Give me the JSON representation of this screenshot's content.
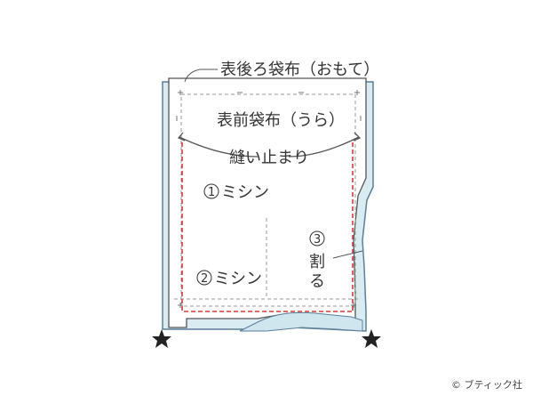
{
  "labels": {
    "back_fabric": "表後ろ袋布（おもて）",
    "front_fabric": "表前袋布（うら）",
    "stop_point": "縫い止まり",
    "step1_num": "1",
    "step1_text": "ミシン",
    "step2_num": "2",
    "step2_text": "ミシン",
    "step3_num": "3",
    "step3_text_a": "割",
    "step3_text_b": "る",
    "credit": "© ブティック社"
  },
  "colors": {
    "fabric_fill": "#d8ecf2",
    "fabric_edge": "#5a7f99",
    "stitch_red": "#d63a3a",
    "guide_gray": "#8a8a8a",
    "text": "#333333"
  },
  "icons": [
    "star-icon",
    "copyright-icon"
  ]
}
